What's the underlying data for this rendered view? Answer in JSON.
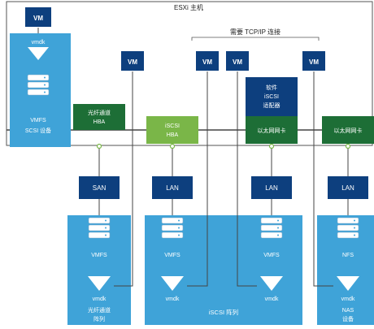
{
  "host_title": "ESXi 主机",
  "tcpip_note": "需要 TCP/IP 连接",
  "vm_label": "VM",
  "vmdk_label": "vmdk",
  "local": {
    "vmfs": "VMFS",
    "scsi": "SCSI 设备"
  },
  "adapters": {
    "fc_hba": [
      "光纤通道",
      "HBA"
    ],
    "iscsi_hba": [
      "iSCSI",
      "HBA"
    ],
    "sw_iscsi": [
      "软件",
      "iSCSI",
      "适配器"
    ],
    "nic1": "以太网网卡",
    "nic2": "以太网网卡"
  },
  "networks": {
    "san": "SAN",
    "lan1": "LAN",
    "lan2": "LAN",
    "lan3": "LAN"
  },
  "arrays": {
    "fc": {
      "fs": "VMFS",
      "name": [
        "光纤通道",
        "阵列"
      ]
    },
    "iscsi_a": {
      "fs": "VMFS"
    },
    "iscsi_b": {
      "fs": "VMFS"
    },
    "iscsi_name": "iSCSI 阵列",
    "nas": {
      "fs": "NFS",
      "name": [
        "NAS",
        "设备"
      ]
    }
  },
  "colors": {
    "dark_blue": "#0d3f7e",
    "light_blue": "#3fa3d8",
    "box_gray": "#7f8f9a",
    "dark_green": "#1d6e36",
    "light_green": "#7ab648",
    "line": "#444444"
  }
}
